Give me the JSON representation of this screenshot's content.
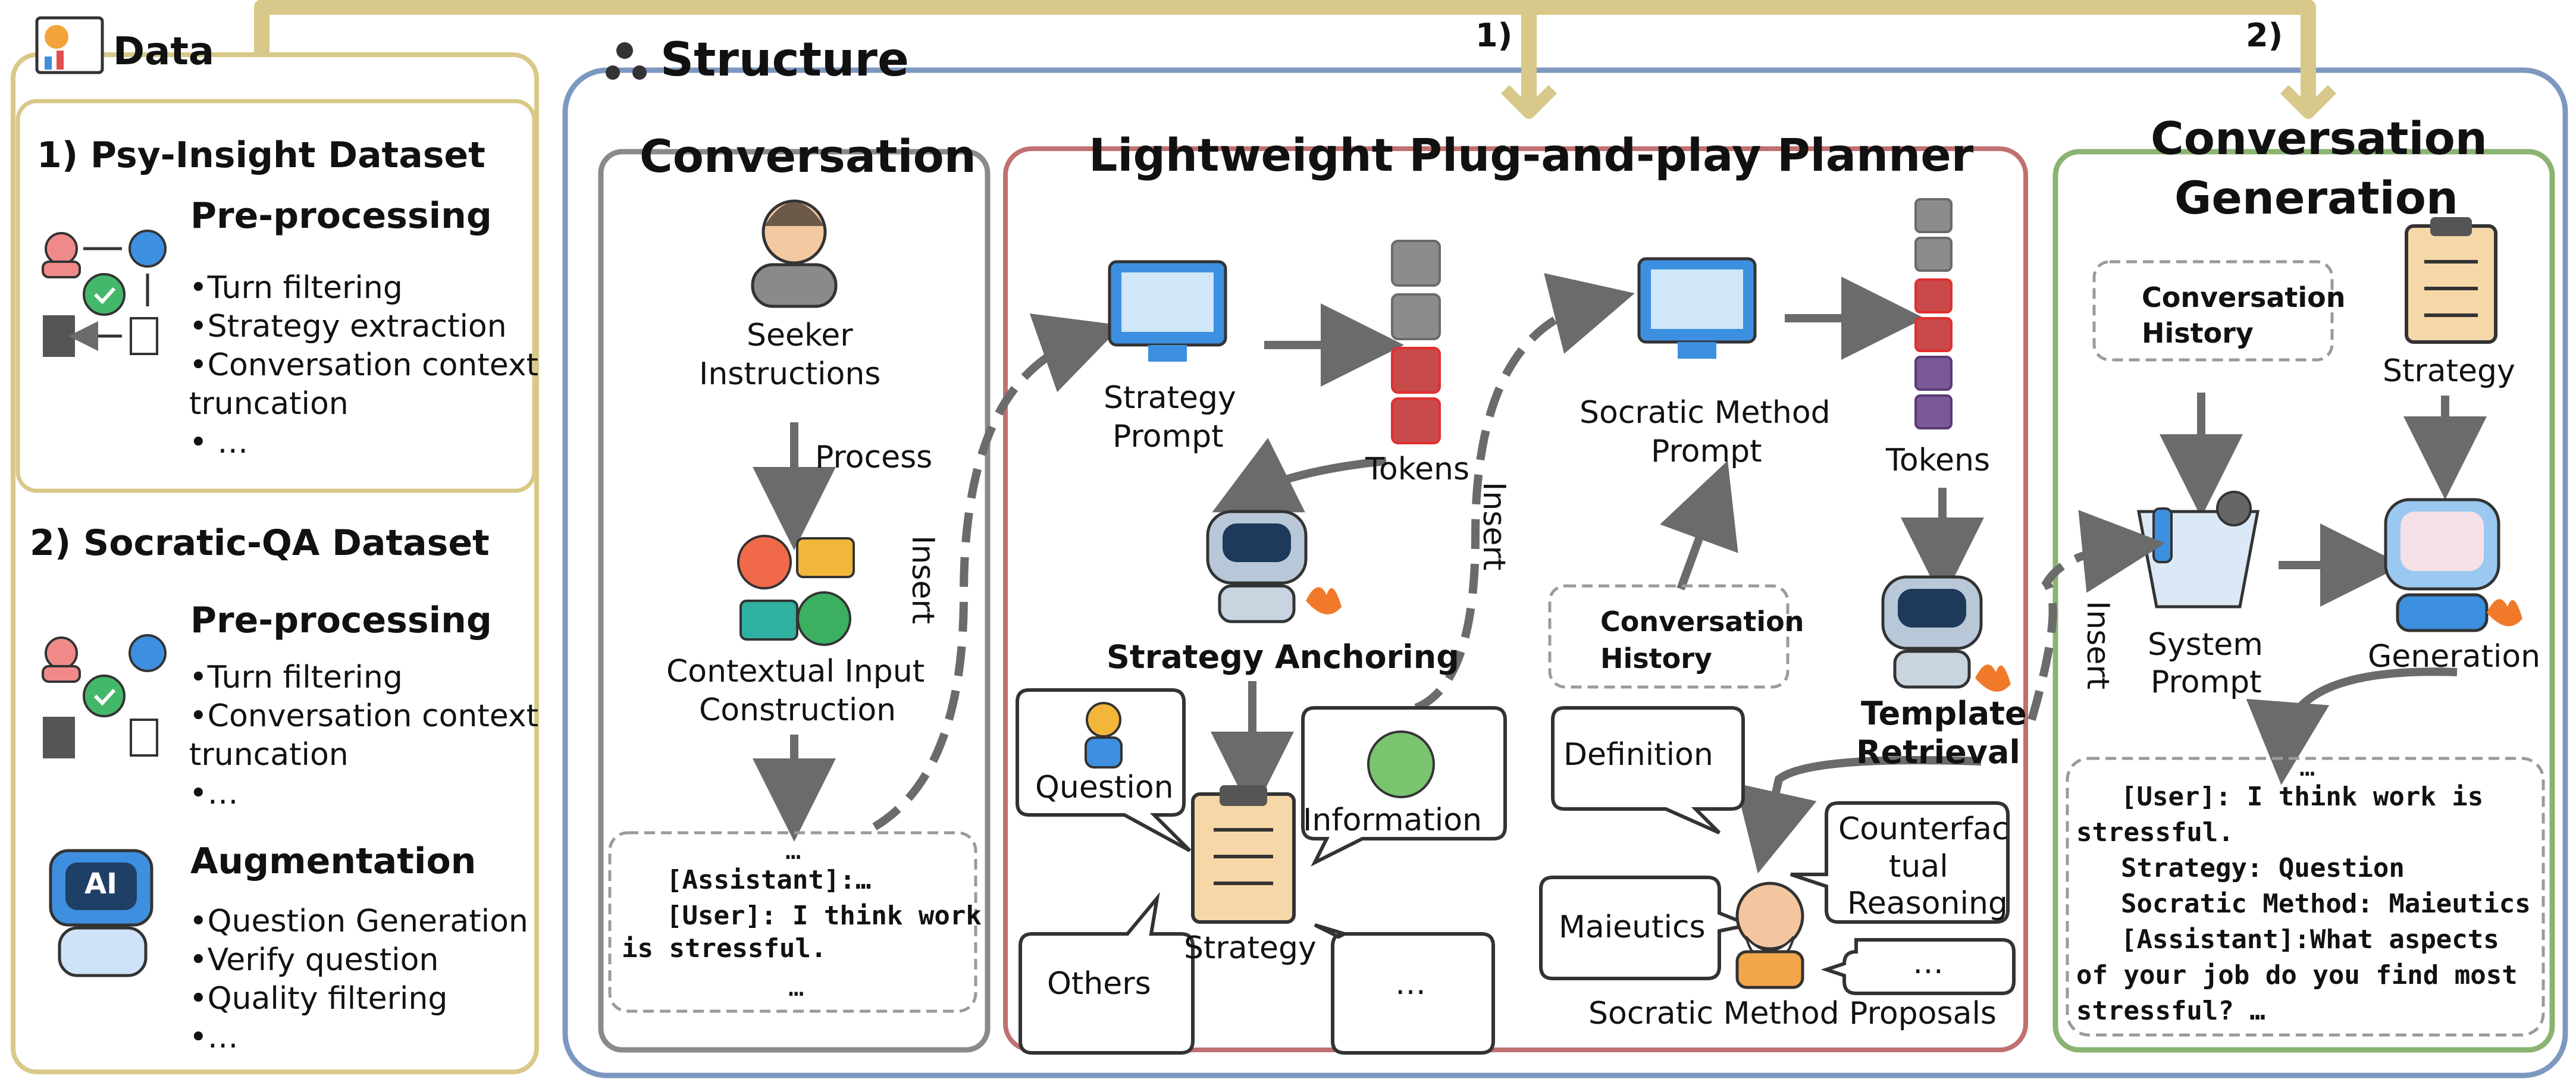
{
  "data_panel": {
    "title": "Data",
    "ds1": {
      "title": "1) Psy-Insight Dataset",
      "pre": "Pre-processing",
      "items": [
        "•Turn filtering",
        "•Strategy extraction",
        "•Conversation context",
        "truncation",
        "• …"
      ]
    },
    "ds2": {
      "title": "2) Socratic-QA Dataset",
      "pre": "Pre-processing",
      "items": [
        "•Turn filtering",
        "•Conversation context",
        "truncation",
        "•…"
      ],
      "aug": "Augmentation",
      "aug_icon_text": "AI",
      "aug_items": [
        "•Question Generation",
        "•Verify question",
        "•Quality filtering",
        "•…"
      ]
    }
  },
  "structure": {
    "title": "Structure",
    "arrow1": "1)",
    "arrow2": "2)"
  },
  "conversation": {
    "title": "Conversation",
    "seeker": [
      "Seeker",
      "Instructions"
    ],
    "process": "Process",
    "contextual": [
      "Contextual Input",
      "Construction"
    ],
    "insert": "Insert",
    "box": {
      "top": "…",
      "assistant": "[Assistant]:…",
      "user1": "[User]: I think work",
      "user2": "is stressful.",
      "bottom": "…"
    }
  },
  "planner": {
    "title": "Lightweight Plug-and-play Planner",
    "strategy_prompt": [
      "Strategy",
      "Prompt"
    ],
    "tokens": "Tokens",
    "strategy_anchoring": "Strategy Anchoring",
    "insert": "Insert",
    "bubbles": {
      "question": "Question",
      "information": "Information",
      "others": "Others",
      "dots": "…"
    },
    "strategy": "Strategy",
    "socratic_prompt": [
      "Socratic Method",
      "Prompt"
    ],
    "tokens2": "Tokens",
    "conv_history": [
      "Conversation",
      "History"
    ],
    "template_retrieval": [
      "Template",
      "Retrieval"
    ],
    "methods": {
      "definition": "Definition",
      "counterfactual": [
        "Counterfac",
        "tual",
        "Reasoning"
      ],
      "maieutics": "Maieutics",
      "dots": "…"
    },
    "proposals": "Socratic Method Proposals"
  },
  "generation": {
    "title": [
      "Conversation",
      "Generation"
    ],
    "conv_history": [
      "Conversation",
      "History"
    ],
    "strategy": "Strategy",
    "system_prompt": [
      "System",
      "Prompt"
    ],
    "generation": "Generation",
    "insert": "Insert",
    "box": {
      "top": "…",
      "lines": [
        "[User]: I think work is",
        "stressful.",
        "Strategy: Question",
        "Socratic Method: Maieutics",
        "[Assistant]:What aspects",
        "of your job do you find most",
        "stressful? …"
      ]
    }
  },
  "colors": {
    "data_border": "#d8c98a",
    "structure_border": "#7d98c0",
    "conversation_border": "#8a8a8a",
    "planner_border": "#c07070",
    "generation_border": "#8bb372",
    "arrow_gray": "#6b6b6b",
    "token_gray": "#8c8c8c",
    "token_red": "#c84a4a",
    "token_purple": "#7a5a96"
  }
}
